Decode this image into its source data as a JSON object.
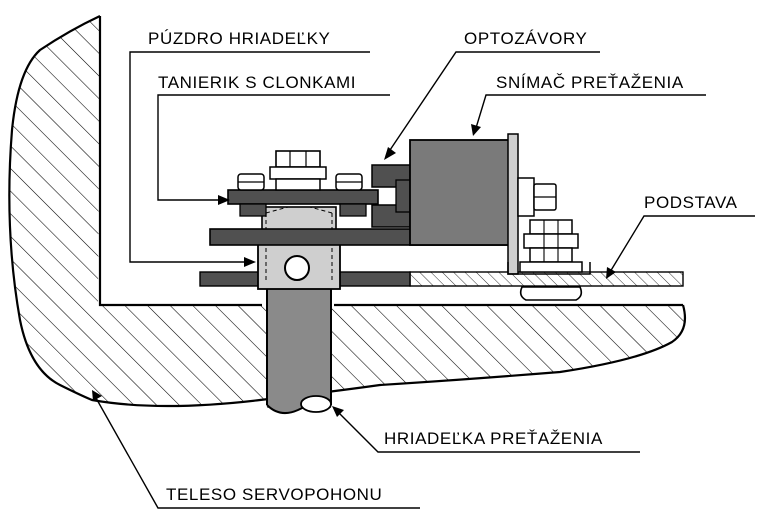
{
  "labels": {
    "puzdro": "PÚZDRO HRIADEĽKY",
    "tanierik": "TANIERIK S CLONKAMI",
    "optozavory": "OPTOZÁVORY",
    "snimac": "SNÍMAČ PREŤAŽENIA",
    "podstava": "PODSTAVA",
    "hriadelka": "HRIADEĽKA PREŤAŽENIA",
    "teleso": "TELESO SERVOPOHONU"
  },
  "colors": {
    "dark_fill": "#505050",
    "medium_fill": "#7a7a7a",
    "light_fill": "#cfcfcf",
    "shaft_fill": "#8a8a8a",
    "line": "#000000"
  }
}
